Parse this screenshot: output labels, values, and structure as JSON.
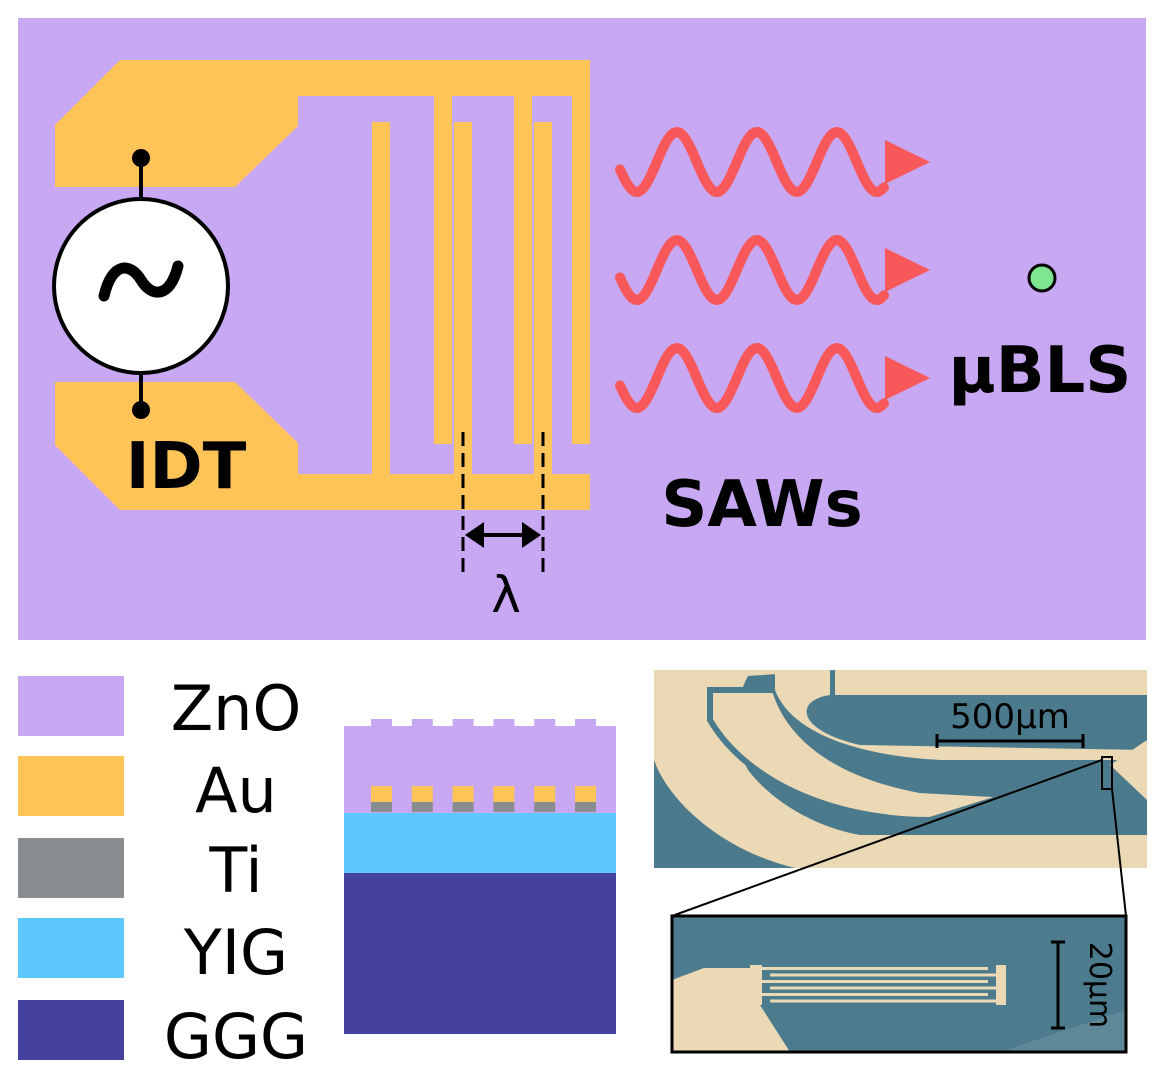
{
  "colors": {
    "zno": "#c8a8f2",
    "au": "#fec458",
    "ti": "#8a8d8f",
    "yig": "#5ec8fe",
    "ggg": "#45429f",
    "saw": "#f8585a",
    "mubls_spot": "#7ee68f"
  },
  "schematic": {
    "idt_label": "IDT",
    "saws_label": "SAWs",
    "mubls_label": "µBLS",
    "wavelength_label": "λ",
    "source_symbol": "~"
  },
  "legend": [
    {
      "label": "ZnO",
      "color_key": "zno"
    },
    {
      "label": "Au",
      "color_key": "au"
    },
    {
      "label": "Ti",
      "color_key": "ti"
    },
    {
      "label": "YIG",
      "color_key": "yig"
    },
    {
      "label": "GGG",
      "color_key": "ggg"
    }
  ],
  "micrograph": {
    "scale_bar_large": "500µm",
    "scale_bar_small": "20µm"
  }
}
